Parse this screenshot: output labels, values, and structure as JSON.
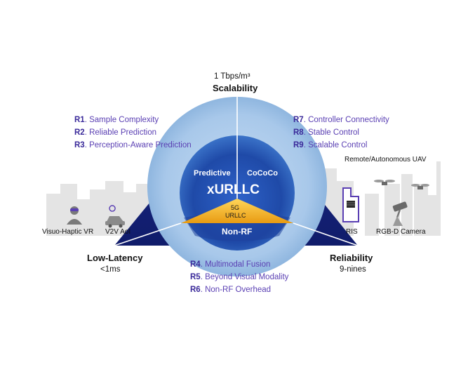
{
  "colors": {
    "triangle_dark": "#16237a",
    "triangle_mid": "#2f55b8",
    "sphere_outer": "#9fc1e6",
    "sphere_inner": "#1f4fb0",
    "urllc_gold": "#f3b21a",
    "requirement_text": "#5a3fb3",
    "city_gray": "#e3e3e3"
  },
  "top": {
    "value": "1 Tbps/m³",
    "title": "Scalability"
  },
  "left": {
    "title": "Low-Latency",
    "value": "<1ms"
  },
  "right": {
    "title": "Reliability",
    "value": "9-nines"
  },
  "center": {
    "predictive": "Predictive",
    "cococo": "CoCoCo",
    "main": "xURLLC",
    "urllc_line1": "5G",
    "urllc_line2": "URLLC",
    "nonrf": "Non-RF"
  },
  "requirements_left": [
    {
      "id": "R1",
      "text": "Sample Complexity"
    },
    {
      "id": "R2",
      "text": "Reliable Prediction"
    },
    {
      "id": "R3",
      "text": "Perception-Aware Prediction"
    }
  ],
  "requirements_right": [
    {
      "id": "R7",
      "text": "Controller Connectivity"
    },
    {
      "id": "R8",
      "text": "Stable Control"
    },
    {
      "id": "R9",
      "text": "Scalable Control"
    }
  ],
  "requirements_bottom": [
    {
      "id": "R4",
      "text": "Multimodal Fusion"
    },
    {
      "id": "R5",
      "text": "Beyond Visual Modality"
    },
    {
      "id": "R6",
      "text": "Non-RF Overhead"
    }
  ],
  "applications": {
    "vr": "Visuo-Haptic VR",
    "v2v": "V2V AoI",
    "uav": "Remote/Autonomous UAV",
    "ris": "RIS",
    "camera": "RGB-D Camera"
  }
}
